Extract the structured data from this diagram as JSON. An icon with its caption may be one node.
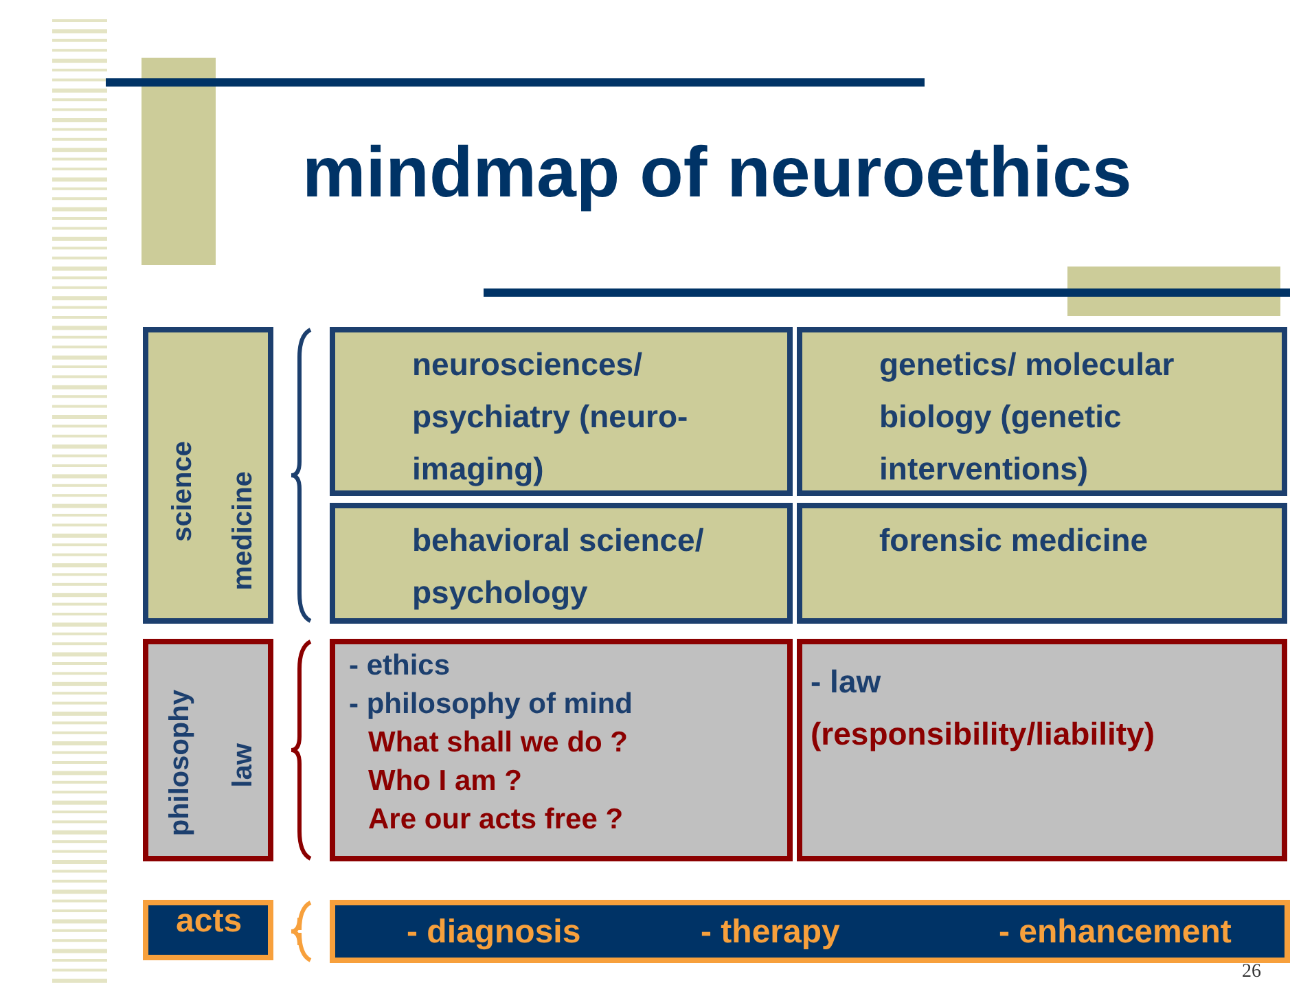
{
  "diagram": {
    "title": "mindmap of neuroethics",
    "nodes": [
      {
        "text": [
          "science",
          "medicine"
        ]
      },
      {
        "text": [
          "neurosciences/ psychiatry (neuro-imaging)"
        ]
      },
      {
        "text": [
          "genetics/ molecular biology (genetic interventions)"
        ]
      },
      {
        "text": [
          "behavioral science/ psychology"
        ]
      },
      {
        "text": [
          "forensic  medicine"
        ]
      },
      {
        "text": [
          "philosophy",
          "law"
        ]
      },
      {
        "text": [
          "- ethics",
          "- philosophy  of mind",
          "What shall we do ?",
          "Who I am ?",
          "Are our acts free ?"
        ]
      },
      {
        "text": [
          "- law",
          "(responsibility/liability)"
        ]
      },
      {
        "text": [
          "acts"
        ]
      },
      {
        "text": [
          "- diagnosis",
          "- therapy",
          "- enhancement"
        ]
      }
    ],
    "labels": [
      "26"
    ]
  }
}
